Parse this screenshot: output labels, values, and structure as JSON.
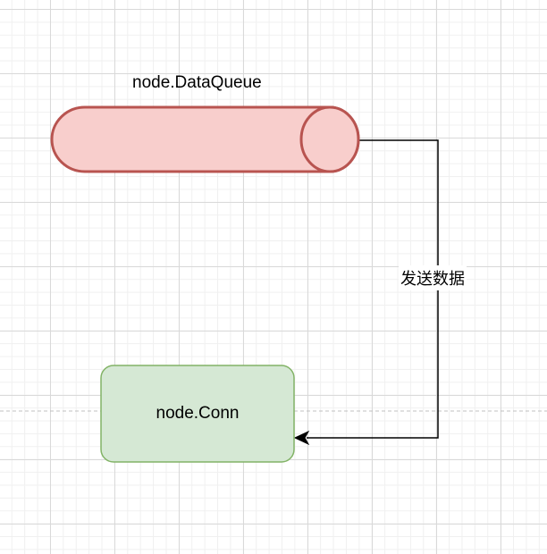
{
  "diagram": {
    "nodes": [
      {
        "id": "data-queue",
        "shape": "cylinder-horizontal",
        "label": "node.DataQueue",
        "fill": "#f8cecc",
        "stroke": "#b85450"
      },
      {
        "id": "conn",
        "shape": "rounded-rectangle",
        "label": "node.Conn",
        "fill": "#d5e8d4",
        "stroke": "#82b366"
      }
    ],
    "edges": [
      {
        "from": "data-queue",
        "to": "conn",
        "label": "发送数据",
        "style": "orthogonal",
        "arrow": "classic",
        "color": "#000000"
      }
    ]
  }
}
